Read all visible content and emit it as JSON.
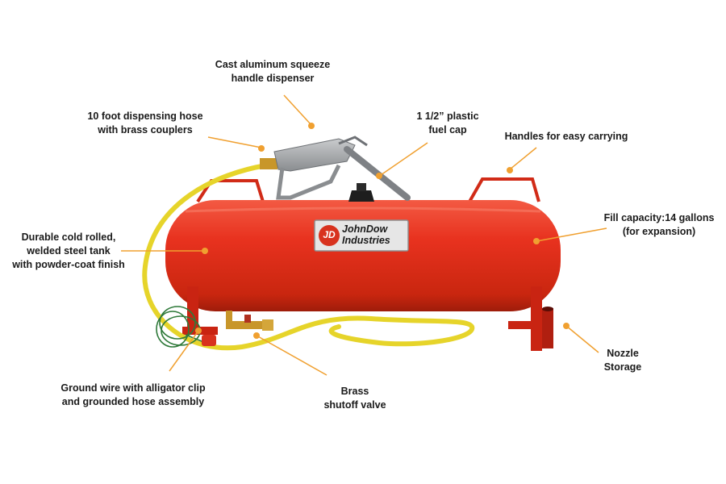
{
  "colors": {
    "tank": "#e8321f",
    "tank_dark": "#b8210f",
    "hose": "#e6d42a",
    "callout_line": "#f0a030",
    "text": "#1a1a1a",
    "ground_wire": "#2f7a3a"
  },
  "brand_badge": {
    "monogram": "JD",
    "line1": "JohnDow",
    "line2": "Industries"
  },
  "callouts": {
    "dispenser": {
      "line1": "Cast aluminum squeeze",
      "line2": "handle dispenser"
    },
    "hose": {
      "line1": "10 foot dispensing hose",
      "line2": "with brass couplers"
    },
    "fuel_cap": {
      "line1": "1 1/2” plastic",
      "line2": "fuel cap"
    },
    "handles": {
      "line1": "Handles for easy carrying"
    },
    "tank": {
      "line1": "Durable cold rolled,",
      "line2": "welded steel tank",
      "line3": "with powder-coat finish"
    },
    "capacity": {
      "line1": "Fill capacity:14 gallons",
      "line2": "(for expansion)"
    },
    "nozzle_storage": {
      "line1": "Nozzle",
      "line2": "Storage"
    },
    "ground_wire": {
      "line1": "Ground wire with alligator clip",
      "line2": "and grounded hose assembly"
    },
    "valve": {
      "line1": "Brass",
      "line2": "shutoff valve"
    }
  }
}
